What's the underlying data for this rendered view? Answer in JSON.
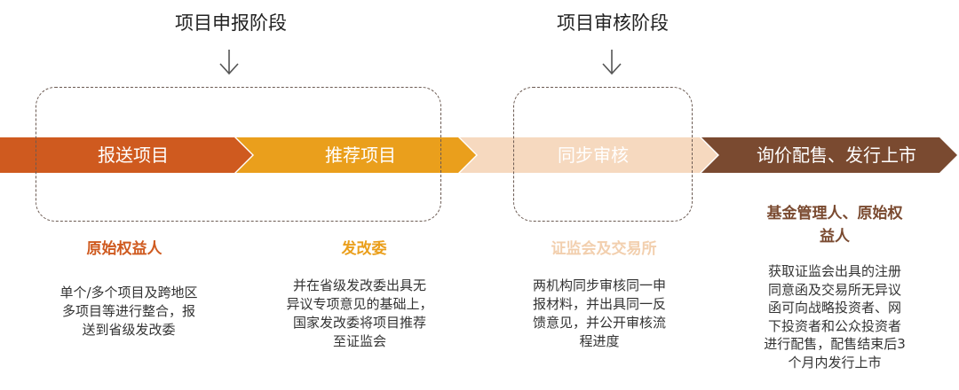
{
  "phases": [
    {
      "label": "项目申报阶段"
    },
    {
      "label": "项目审核阶段"
    }
  ],
  "steps": [
    {
      "label": "报送项目",
      "color": "#cf5a1f",
      "text_color": "#ffffff"
    },
    {
      "label": "推荐项目",
      "color": "#ea9f1c",
      "text_color": "#ffffff"
    },
    {
      "label": "同步审核",
      "color": "#f6d9bf",
      "text_color": "#ffffff"
    },
    {
      "label": "询价配售、发行上市",
      "color": "#7a4a30",
      "text_color": "#ffffff"
    }
  ],
  "actors": [
    {
      "label": "原始权益人",
      "color": "#cf5a1f"
    },
    {
      "label": "发改委",
      "color": "#ea9f1c"
    },
    {
      "label": "证监会及交易所",
      "color": "#f2cfae"
    },
    {
      "label_line1": "基金管理人、原始权",
      "label_line2": "益人",
      "color": "#7a4a30"
    }
  ],
  "descriptions": [
    {
      "lines": [
        "单个/多个项目及跨地区",
        "多项目等进行整合，报",
        "送到省级发改委"
      ]
    },
    {
      "lines": [
        "并在省级发改委出具无",
        "异议专项意见的基础上，",
        "国家发改委将项目推荐",
        "至证监会"
      ]
    },
    {
      "lines": [
        "两机构同步审核同一申",
        "报材料，并出具同一反",
        "馈意见，并公开审核流",
        "程进度"
      ]
    },
    {
      "lines": [
        "获取证监会出具的注册",
        "同意函及交易所无异议",
        "函可向战略投资者、网",
        "下投资者和公众投资者",
        "进行配售，配售结束后3",
        "个月内发行上市"
      ]
    }
  ]
}
